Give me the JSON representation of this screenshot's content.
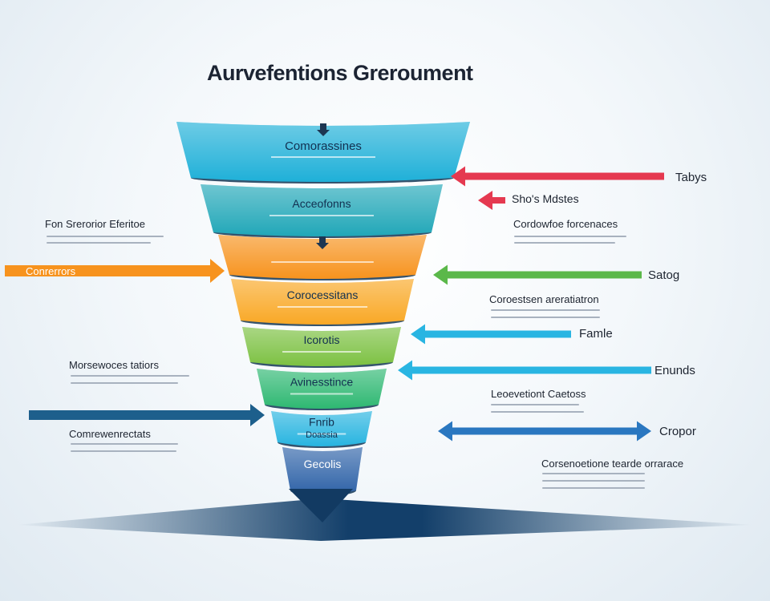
{
  "title": "Aurvefentions Greroument",
  "funnel": [
    {
      "label": "Comorassines",
      "color": "#1fb0d8"
    },
    {
      "label": "Acceofonns",
      "color": "#21a7b8"
    },
    {
      "label": "",
      "color": "#f7931e"
    },
    {
      "label": "Corocessitans",
      "color": "#f9a825"
    },
    {
      "label": "Icorotis",
      "color": "#7cc142"
    },
    {
      "label": "Avinesstince",
      "color": "#2eb872"
    },
    {
      "label": "Fnrib",
      "color": "#27b4e0"
    },
    {
      "label": "Gecolis",
      "color": "#2f63a8"
    }
  ],
  "funnel_sublabels": [
    "Doassia"
  ],
  "left_notes": [
    {
      "title": "Fon Srerorior Eferitoe"
    },
    {
      "title": "Morsewoces tatiors"
    },
    {
      "title": "Comrewenrectats"
    }
  ],
  "left_arrows": [
    {
      "label": "Conrerrors",
      "color": "#f7931e"
    },
    {
      "label": "",
      "color": "#1d5f8c"
    }
  ],
  "right_notes": [
    {
      "title": "Cordowfoe forcenaces"
    },
    {
      "title": "Coroestsen areratiatron"
    },
    {
      "title": "Leoevetiont Caetoss"
    },
    {
      "title": "Corsenoetione tearde orrarace"
    }
  ],
  "right_arrows": [
    {
      "label": "Tabys",
      "color": "#e53950"
    },
    {
      "label": "Sho's Mdstes",
      "color": "#e53950"
    },
    {
      "label": "Satog",
      "color": "#5bb84a"
    },
    {
      "label": "Famle",
      "color": "#29b5e2"
    },
    {
      "label": "Enunds",
      "color": "#29b5e2"
    },
    {
      "label": "Cropor",
      "color": "#2a77c0"
    }
  ]
}
